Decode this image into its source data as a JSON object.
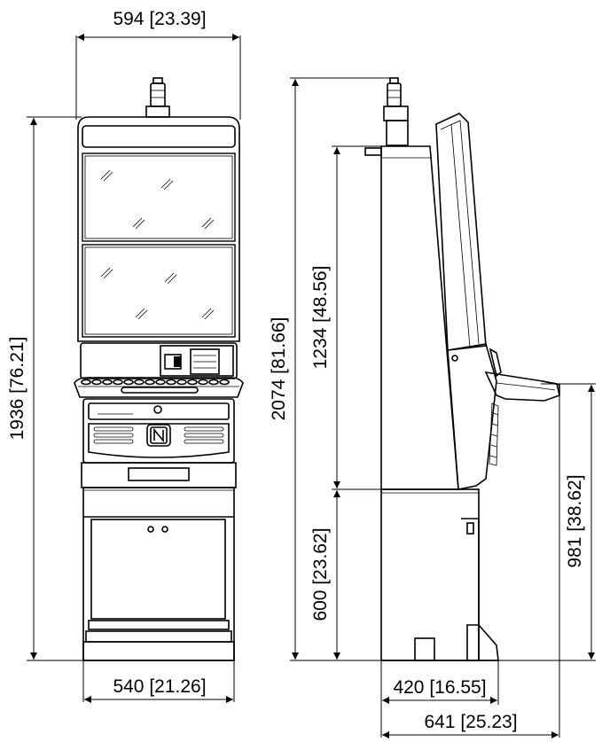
{
  "dimensions": {
    "front_width_top": "594 [23.39]",
    "front_height": "1936 [76.21]",
    "front_width_bottom": "540 [21.26]",
    "side_total_height": "2074 [81.66]",
    "side_upper_height": "1234 [48.56]",
    "side_lower_height": "600 [23.62]",
    "side_deck_height": "981 [38.62]",
    "side_depth_base": "420 [16.55]",
    "side_depth_total": "641 [25.23]"
  },
  "colors": {
    "line": "#000000",
    "background": "#ffffff"
  },
  "icons": {
    "brand_logo": "novomatic-n-logo"
  }
}
